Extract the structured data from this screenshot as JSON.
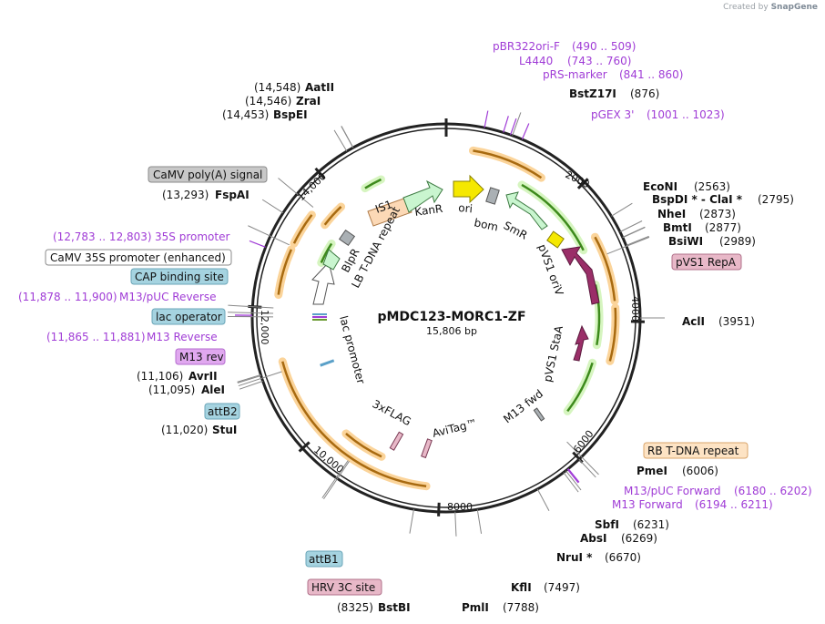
{
  "credit": {
    "prefix": "Created by",
    "brand": "SnapGene"
  },
  "plasmid": {
    "name": "pMDC123-MORC1-ZF",
    "size_label": "15,806 bp",
    "length": 15806
  },
  "tick_labels": [
    {
      "label": "2000",
      "pos": 2000
    },
    {
      "label": "4000",
      "pos": 4000
    },
    {
      "label": "6000",
      "pos": 6000
    },
    {
      "label": "8000",
      "pos": 8000
    },
    {
      "label": "10,000",
      "pos": 10000
    },
    {
      "label": "12,000",
      "pos": 12000
    },
    {
      "label": "14,000",
      "pos": 14000
    }
  ],
  "enzymes": [
    {
      "name": "AatII",
      "pos_label": "(14,548)",
      "pos": 14548
    },
    {
      "name": "ZraI",
      "pos_label": "(14,546)",
      "pos": 14546
    },
    {
      "name": "BspEI",
      "pos_label": "(14,453)",
      "pos": 14453
    },
    {
      "name": "FspAI",
      "pos_label": "(13,293)",
      "pos": 13293
    },
    {
      "name": "BstZ17I",
      "pos_label": "(876)",
      "pos": 876
    },
    {
      "name": "EcoNI",
      "pos_label": "(2563)",
      "pos": 2563
    },
    {
      "name": "BspDI * - ClaI *",
      "pos_label": "(2795)",
      "pos": 2795
    },
    {
      "name": "NheI",
      "pos_label": "(2873)",
      "pos": 2873
    },
    {
      "name": "BmtI",
      "pos_label": "(2877)",
      "pos": 2877
    },
    {
      "name": "BsiWI",
      "pos_label": "(2989)",
      "pos": 2989
    },
    {
      "name": "AclI",
      "pos_label": "(3951)",
      "pos": 3951
    },
    {
      "name": "PmeI",
      "pos_label": "(6006)",
      "pos": 6006
    },
    {
      "name": "SbfI",
      "pos_label": "(6231)",
      "pos": 6231
    },
    {
      "name": "AbsI",
      "pos_label": "(6269)",
      "pos": 6269
    },
    {
      "name": "NruI *",
      "pos_label": "(6670)",
      "pos": 6670
    },
    {
      "name": "KflI",
      "pos_label": "(7497)",
      "pos": 7497
    },
    {
      "name": "PmlI",
      "pos_label": "(7788)",
      "pos": 7788
    },
    {
      "name": "BstBI",
      "pos_label": "(8325)",
      "pos": 8325
    },
    {
      "name": "StuI",
      "pos_label": "(11,020)",
      "pos": 11020
    },
    {
      "name": "AleI",
      "pos_label": "(11,095)",
      "pos": 11095
    },
    {
      "name": "AvrII",
      "pos_label": "(11,106)",
      "pos": 11106
    }
  ],
  "primers": [
    {
      "name": "pBR322ori-F",
      "range": "(490 .. 509)",
      "pos": 500
    },
    {
      "name": "L4440",
      "range": "(743 .. 760)",
      "pos": 752
    },
    {
      "name": "pRS-marker",
      "range": "(841 .. 860)",
      "pos": 850
    },
    {
      "name": "pGEX 3'",
      "range": "(1001 .. 1023)",
      "pos": 1012
    },
    {
      "name": "M13/pUC Forward",
      "range": "(6180 .. 6202)",
      "pos": 6191
    },
    {
      "name": "M13 Forward",
      "range": "(6194 .. 6211)",
      "pos": 6203
    },
    {
      "name": "35S promoter",
      "range": "(12,783 .. 12,803)",
      "pos": 12793
    },
    {
      "name": "M13/pUC Reverse",
      "range": "(11,878 .. 11,900)",
      "pos": 11889
    },
    {
      "name": "M13 Reverse",
      "range": "(11,865 .. 11,881)",
      "pos": 11873
    }
  ],
  "boxed_features": [
    {
      "name": "CaMV poly(A) signal",
      "fill": "#c8c8c8",
      "stroke": "#8a8a8a",
      "pos": 13600
    },
    {
      "name": "CaMV 35S promoter (enhanced)",
      "fill": "#ffffff",
      "stroke": "#8a8a8a",
      "pos": 12950
    },
    {
      "name": "CAP binding site",
      "fill": "#a5d3e0",
      "stroke": "#6aa6b8",
      "pos": 12000
    },
    {
      "name": "lac operator",
      "fill": "#a5d3e0",
      "stroke": "#6aa6b8",
      "pos": 11920
    },
    {
      "name": "M13 rev",
      "fill": "#e0a8ef",
      "stroke": "#b46ccf",
      "pos": 11870
    },
    {
      "name": "attB2",
      "fill": "#a5d3e0",
      "stroke": "#6aa6b8",
      "pos": 11060
    },
    {
      "name": "pVS1 RepA",
      "fill": "#e8b8c8",
      "stroke": "#b0708a",
      "pos": 3000
    },
    {
      "name": "RB T-DNA repeat",
      "fill": "#fde3c4",
      "stroke": "#d9a46a",
      "pos": 5960
    },
    {
      "name": "attB1",
      "fill": "#a5d3e0",
      "stroke": "#6aa6b8",
      "pos": 9420
    },
    {
      "name": "HRV 3C site",
      "fill": "#e8b8c8",
      "stroke": "#b0708a",
      "pos": 9400
    }
  ],
  "inner_labels": [
    {
      "name": "IS1"
    },
    {
      "name": "KanR"
    },
    {
      "name": "ori"
    },
    {
      "name": "bom"
    },
    {
      "name": "SmR"
    },
    {
      "name": "pVS1 oriV"
    },
    {
      "name": "pVS1 StaA"
    },
    {
      "name": "M13 fwd"
    },
    {
      "name": "AviTag™"
    },
    {
      "name": "3xFLAG"
    },
    {
      "name": "lac promoter"
    },
    {
      "name": "LB T-DNA repeat"
    },
    {
      "name": "BlpR"
    }
  ],
  "colors": {
    "backbone": "#222222",
    "enzyme_line": "#888888",
    "primer": "#a03cd6",
    "orange_orf": "#f5a623",
    "green_orf": "#8bd14a",
    "kanr": "#c9f5cf",
    "ori": "#f5e800",
    "pvs1": "#9a2e68",
    "is1": "#fcd9b6"
  }
}
